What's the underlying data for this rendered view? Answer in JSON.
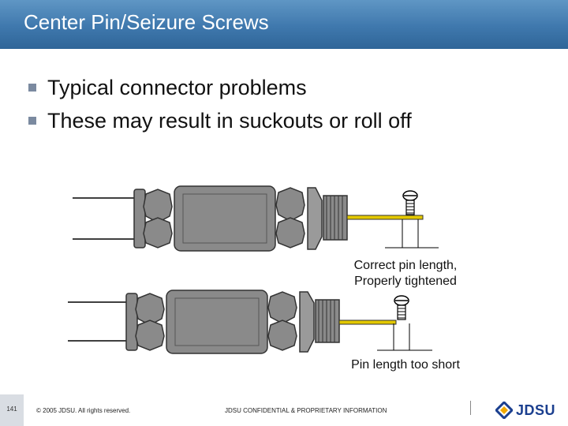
{
  "header": {
    "title": "Center Pin/Seizure Screws"
  },
  "bullets": [
    "Typical connector problems",
    "These may result in suckouts or roll off"
  ],
  "captions": {
    "correct_line1": "Correct pin length,",
    "correct_line2": "Properly tightened",
    "short": "Pin length too short"
  },
  "footer": {
    "page_number": "141",
    "copyright": "© 2005 JDSU. All rights reserved.",
    "confidential": "JDSU CONFIDENTIAL & PROPRIETARY INFORMATION",
    "logo_text": "JDSU"
  },
  "colors": {
    "header_blue": "#3f78ad",
    "connector_gray": "#8a8a8a",
    "pin_yellow": "#e3c800"
  }
}
